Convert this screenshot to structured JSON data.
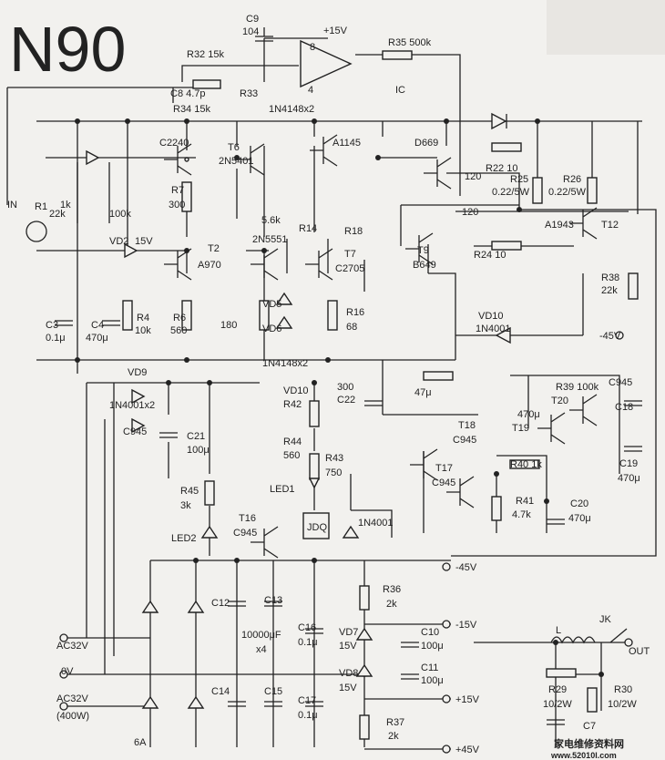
{
  "watermark": {
    "site_name": "家电维修资料网",
    "site_url": "www.52010l.com"
  },
  "background_text": {
    "title_fragment": "N90"
  },
  "labels": [
    {
      "id": "C9",
      "t": "C9"
    },
    {
      "id": "C9v",
      "t": "104"
    },
    {
      "id": "p15v",
      "t": "+15V"
    },
    {
      "id": "pin8",
      "t": "8"
    },
    {
      "id": "pin4",
      "t": "4"
    },
    {
      "id": "IC",
      "t": "IC"
    },
    {
      "id": "R35",
      "t": "R35  500k"
    },
    {
      "id": "R32",
      "t": "R32  15k"
    },
    {
      "id": "C8",
      "t": "C8  4.7p"
    },
    {
      "id": "R33",
      "t": "R33"
    },
    {
      "id": "R34",
      "t": "R34  15k"
    },
    {
      "id": "D1",
      "t": "1N4148x2"
    },
    {
      "id": "C2240",
      "t": "C2240"
    },
    {
      "id": "T6",
      "t": "T6"
    },
    {
      "id": "T6n",
      "t": "2N5401"
    },
    {
      "id": "A1145",
      "t": "A1145"
    },
    {
      "id": "D669",
      "t": "D669"
    },
    {
      "id": "n120a",
      "t": "120"
    },
    {
      "id": "R22",
      "t": "R22  10"
    },
    {
      "id": "R25",
      "t": "R25"
    },
    {
      "id": "R25v",
      "t": "0.22/5W"
    },
    {
      "id": "R26",
      "t": "R26"
    },
    {
      "id": "R26v",
      "t": "0.22/5W"
    },
    {
      "id": "n120b",
      "t": "120"
    },
    {
      "id": "A1943",
      "t": "A1943"
    },
    {
      "id": "T12",
      "t": "T12"
    },
    {
      "id": "R24",
      "t": "R24  10"
    },
    {
      "id": "IN",
      "t": "IN"
    },
    {
      "id": "R1",
      "t": "R1"
    },
    {
      "id": "R1v",
      "t": "22k"
    },
    {
      "id": "n1k",
      "t": "1k"
    },
    {
      "id": "n100k",
      "t": "100k"
    },
    {
      "id": "R7",
      "t": "R7"
    },
    {
      "id": "R7v",
      "t": "300"
    },
    {
      "id": "n56k",
      "t": "5.6k"
    },
    {
      "id": "R14",
      "t": "R14"
    },
    {
      "id": "R18",
      "t": "R18"
    },
    {
      "id": "VD2",
      "t": "VD2"
    },
    {
      "id": "n15v",
      "t": "15V"
    },
    {
      "id": "T2",
      "t": "T2"
    },
    {
      "id": "A970",
      "t": "A970"
    },
    {
      "id": "N5551",
      "t": "2N5551"
    },
    {
      "id": "T7",
      "t": "T7"
    },
    {
      "id": "C2705",
      "t": "C2705"
    },
    {
      "id": "T9",
      "t": "T9"
    },
    {
      "id": "B649",
      "t": "B649"
    },
    {
      "id": "R38",
      "t": "R38"
    },
    {
      "id": "R38v",
      "t": "22k"
    },
    {
      "id": "VD5",
      "t": "VD5"
    },
    {
      "id": "VD6",
      "t": "VD6"
    },
    {
      "id": "C3",
      "t": "C3"
    },
    {
      "id": "C3v",
      "t": "0.1μ"
    },
    {
      "id": "C4",
      "t": "C4"
    },
    {
      "id": "C4v",
      "t": "470μ"
    },
    {
      "id": "R4",
      "t": "R4"
    },
    {
      "id": "R4v",
      "t": "10k"
    },
    {
      "id": "R6",
      "t": "R6"
    },
    {
      "id": "R6v",
      "t": "560"
    },
    {
      "id": "n180",
      "t": "180"
    },
    {
      "id": "R16",
      "t": "R16"
    },
    {
      "id": "R16v",
      "t": "68"
    },
    {
      "id": "VD10a",
      "t": "VD10"
    },
    {
      "id": "VD10av",
      "t": "1N4001"
    },
    {
      "id": "m45a",
      "t": "-45V"
    },
    {
      "id": "D2",
      "t": "1N4148x2"
    },
    {
      "id": "VD9",
      "t": "VD9"
    },
    {
      "id": "N4001x2",
      "t": "1N4001x2"
    },
    {
      "id": "VD10b",
      "t": "VD10"
    },
    {
      "id": "R42",
      "t": "R42"
    },
    {
      "id": "R42v",
      "t": "300"
    },
    {
      "id": "C22",
      "t": "C22"
    },
    {
      "id": "C22v",
      "t": "47μ"
    },
    {
      "id": "R39",
      "t": "R39  100k"
    },
    {
      "id": "T20",
      "t": "T20"
    },
    {
      "id": "T20n",
      "t": "C945"
    },
    {
      "id": "C18",
      "t": "C18"
    },
    {
      "id": "C18v",
      "t": "470μ"
    },
    {
      "id": "T19",
      "t": "T19"
    },
    {
      "id": "T19n",
      "t": "C945"
    },
    {
      "id": "C21",
      "t": "C21"
    },
    {
      "id": "C21v",
      "t": "100μ"
    },
    {
      "id": "R44",
      "t": "R44"
    },
    {
      "id": "R44v",
      "t": "560"
    },
    {
      "id": "T18",
      "t": "T18"
    },
    {
      "id": "T18n",
      "t": "C945"
    },
    {
      "id": "C19",
      "t": "C19"
    },
    {
      "id": "C19v",
      "t": "470μ"
    },
    {
      "id": "R43",
      "t": "R43"
    },
    {
      "id": "R43v",
      "t": "750"
    },
    {
      "id": "T17",
      "t": "T17"
    },
    {
      "id": "T17n",
      "t": "C945"
    },
    {
      "id": "R40",
      "t": "R40  1k"
    },
    {
      "id": "R45",
      "t": "R45"
    },
    {
      "id": "R45v",
      "t": "3k"
    },
    {
      "id": "LED1",
      "t": "LED1"
    },
    {
      "id": "R41",
      "t": "R41"
    },
    {
      "id": "R41v",
      "t": "4.7k"
    },
    {
      "id": "C20",
      "t": "C20"
    },
    {
      "id": "C20v",
      "t": "470μ"
    },
    {
      "id": "T16",
      "t": "T16"
    },
    {
      "id": "T16n",
      "t": "C945"
    },
    {
      "id": "JDQ",
      "t": "JDQ"
    },
    {
      "id": "N4001",
      "t": "1N4001"
    },
    {
      "id": "LED2",
      "t": "LED2"
    },
    {
      "id": "m45b",
      "t": "-45V"
    },
    {
      "id": "R36",
      "t": "R36"
    },
    {
      "id": "R36v",
      "t": "2k"
    },
    {
      "id": "C12",
      "t": "C12"
    },
    {
      "id": "C13",
      "t": "C13"
    },
    {
      "id": "m15",
      "t": "-15V"
    },
    {
      "id": "C10",
      "t": "C10"
    },
    {
      "id": "C10v",
      "t": "100μ"
    },
    {
      "id": "L",
      "t": "L"
    },
    {
      "id": "JK",
      "t": "JK"
    },
    {
      "id": "cap10000",
      "t": "10000μF"
    },
    {
      "id": "x4",
      "t": "x4"
    },
    {
      "id": "C16",
      "t": "C16"
    },
    {
      "id": "C16v",
      "t": "0.1μ"
    },
    {
      "id": "VD7",
      "t": "VD7"
    },
    {
      "id": "VD7v",
      "t": "15V"
    },
    {
      "id": "OUT",
      "t": "OUT"
    },
    {
      "id": "AC1",
      "t": "AC32V"
    },
    {
      "id": "V0",
      "t": "0V"
    },
    {
      "id": "VD8",
      "t": "VD8"
    },
    {
      "id": "VD8v",
      "t": "15V"
    },
    {
      "id": "C11",
      "t": "C11"
    },
    {
      "id": "C11v",
      "t": "100μ"
    },
    {
      "id": "C14",
      "t": "C14"
    },
    {
      "id": "C15",
      "t": "C15"
    },
    {
      "id": "C17",
      "t": "C17"
    },
    {
      "id": "C17v",
      "t": "0.1μ"
    },
    {
      "id": "p15",
      "t": "+15V"
    },
    {
      "id": "R29",
      "t": "R29"
    },
    {
      "id": "R29v",
      "t": "10/2W"
    },
    {
      "id": "R30",
      "t": "R30"
    },
    {
      "id": "R30v",
      "t": "10/2W"
    },
    {
      "id": "AC2",
      "t": "AC32V"
    },
    {
      "id": "W400",
      "t": "(400W)"
    },
    {
      "id": "R37",
      "t": "R37"
    },
    {
      "id": "R37v",
      "t": "2k"
    },
    {
      "id": "C7",
      "t": "C7"
    },
    {
      "id": "A6",
      "t": "6A"
    },
    {
      "id": "p45",
      "t": "+45V"
    }
  ]
}
